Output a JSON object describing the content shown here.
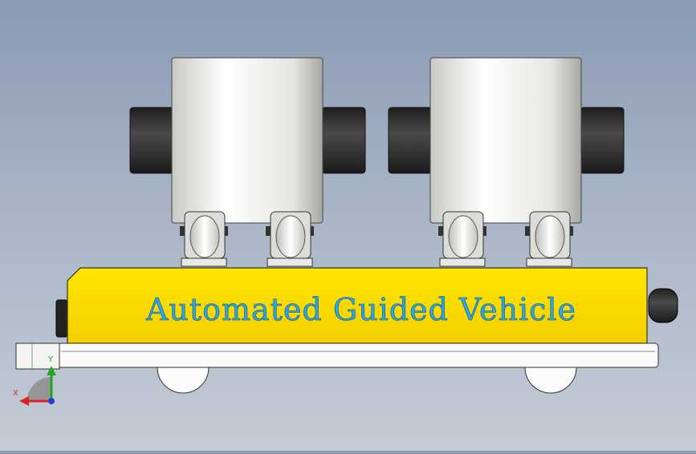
{
  "vehicle": {
    "label": "Automated Guided Vehicle"
  },
  "triad": {
    "x_label": "X",
    "y_label": "Y"
  },
  "colors": {
    "background_top": "#8a9bb4",
    "background_bottom": "#c4cbd6",
    "body_yellow": "#ffe000",
    "label_blue": "#2aa8e8",
    "drum_white": "#f2f2f0",
    "motor_black": "#2a2a2a"
  }
}
